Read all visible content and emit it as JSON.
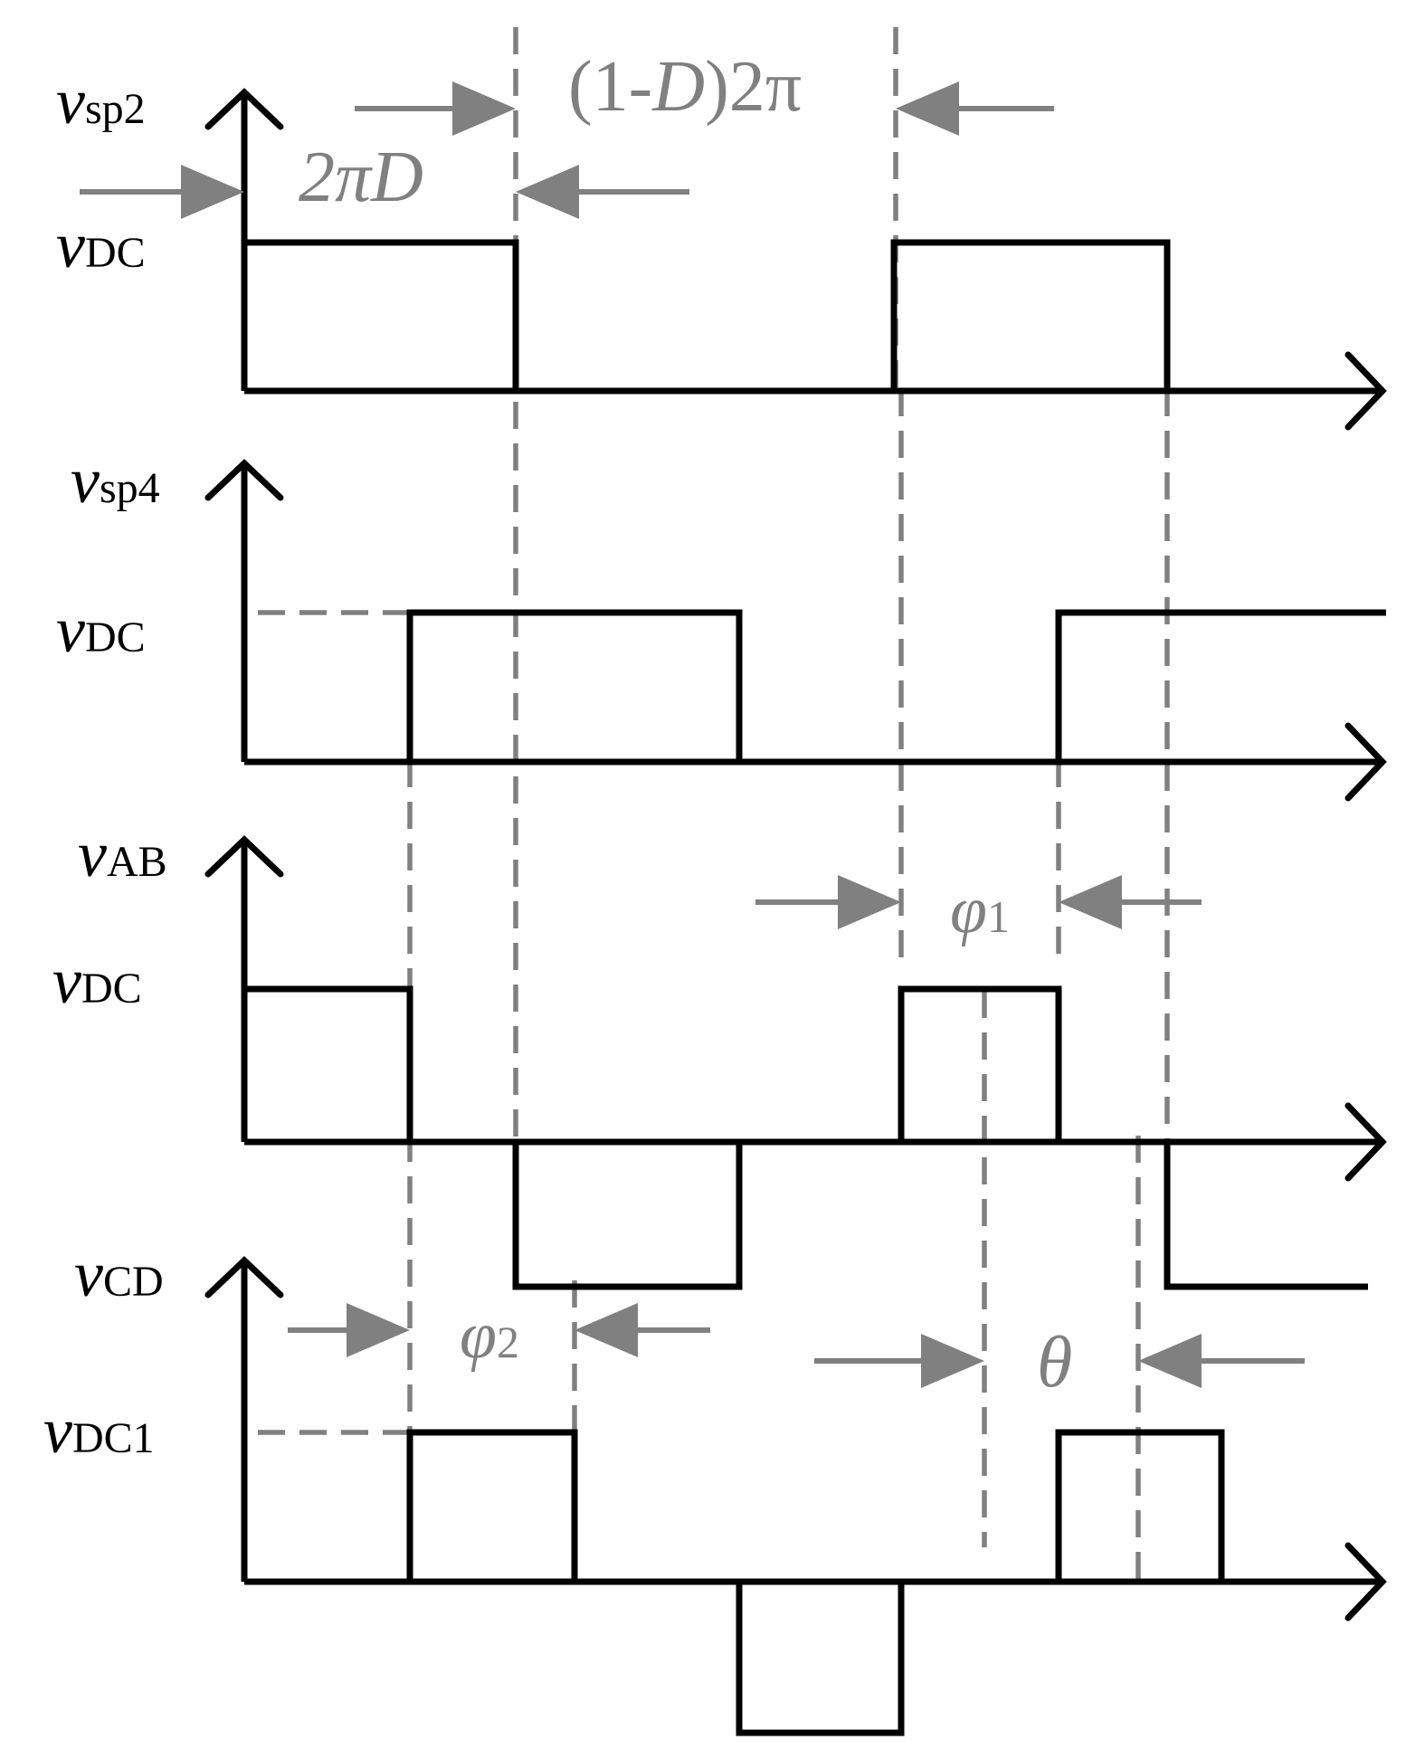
{
  "panels": [
    {
      "id": "vsp2",
      "label_main": "v",
      "label_sub": "sp2",
      "level_main": "v",
      "level_sub": "DC"
    },
    {
      "id": "vsp4",
      "label_main": "v",
      "label_sub": "sp4",
      "level_main": "v",
      "level_sub": "DC"
    },
    {
      "id": "vab",
      "label_main": "v",
      "label_sub": "AB",
      "level_main": "v",
      "level_sub": "DC"
    },
    {
      "id": "vcd",
      "label_main": "v",
      "label_sub": "CD",
      "level_main": "v",
      "level_sub": "DC1"
    }
  ],
  "annotations": {
    "two_pi_d": "2πD",
    "one_minus_d_open": "(1-",
    "one_minus_d_D": "D",
    "one_minus_d_close": ")2π",
    "phi1_main": "φ",
    "phi1_sub": "1",
    "phi2_main": "φ",
    "phi2_sub": "2",
    "theta": "θ"
  },
  "colors": {
    "waveform": "#000000",
    "annotation": "#808080",
    "background": "#ffffff"
  }
}
